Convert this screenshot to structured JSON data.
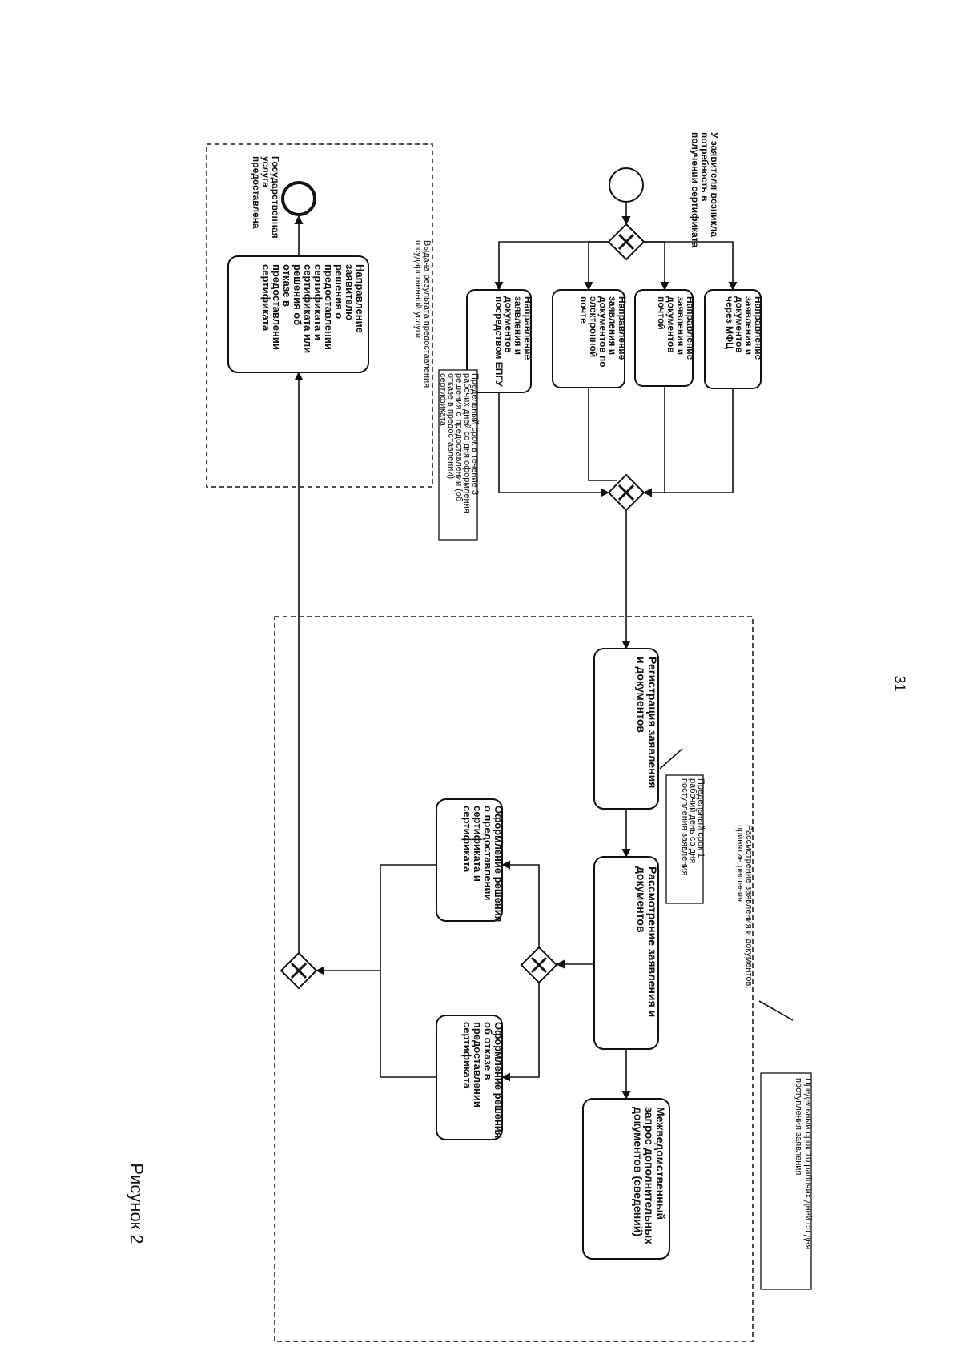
{
  "page_number": "31",
  "caption": "Рисунок 2",
  "start_event": "У заявителя возникла потребность в получении сертификата",
  "end_event": "Государственная услуга предоставлена",
  "channels": [
    "Направление заявления и документов через МФЦ",
    "Направление заявления и документов почтой",
    "Направление заявления и документов по электронной почте",
    "Направление заявления и документов посредством ЕПГУ"
  ],
  "registration": "Регистрация заявления и документов",
  "registration_note": "Предельный срок 1 рабочий день со дня поступления заявления",
  "review_lane": "Рассмотрение заявления и документов, принятие решения",
  "review_note": "Предельный срок 10 рабочих дней со дня поступления заявления",
  "review_task": "Рассмотрение заявления и документов",
  "interagency_request": "Межведомственный запрос дополнительных документов (сведений)",
  "decision_grant": "Оформление решения о предоставлении сертификата и сертификата",
  "decision_refuse": "Оформление решения об отказе в предоставлении сертификата",
  "result_lane": "Выдача результата предоставления государственной услуги",
  "result_note": "Предельный срок в течение 3 рабочих дней со дня оформления решения о предоставлении (об отказе в предоставлении) сертификата",
  "result_task": "Направление заявителю решения о предоставлении сертификата и сертификата или решения об отказе в предоставлении сертификата"
}
